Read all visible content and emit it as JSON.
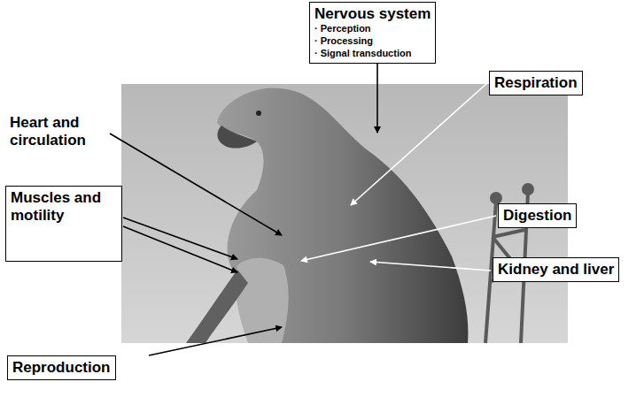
{
  "diagram": {
    "nodes": [
      {
        "text": [
          "Nervous system",
          "· Perception",
          "· Processing",
          "· Signal transduction"
        ]
      },
      {
        "text": [
          "Heart and circulation"
        ]
      },
      {
        "text": [
          "Respiration"
        ]
      },
      {
        "text": [
          "Muscles and motility"
        ]
      },
      {
        "text": [
          "Digestion"
        ]
      },
      {
        "text": [
          "Kidney and liver"
        ]
      },
      {
        "text": [
          "Reproduction"
        ]
      }
    ]
  }
}
